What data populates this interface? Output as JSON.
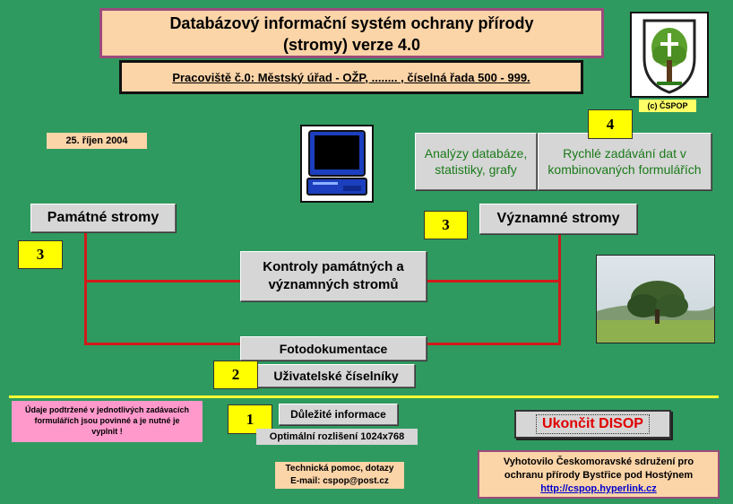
{
  "header": {
    "title_line1": "Databázový informační systém ochrany přírody",
    "title_line2": "(stromy) verze 4.0",
    "workplace": "Pracoviště č.0: Městský úřad - OŽP, ........ , číselná řada 500 - 999."
  },
  "logo": {
    "caption": "(c) ČSPOP",
    "icon": "tree-shield-icon"
  },
  "date": "25. říjen 2004",
  "buttons": {
    "analyses": "Analýzy databáze, statistiky, grafy",
    "quick_entry": "Rychlé zadávání dat v kombinovaných formulářích",
    "memorable_trees": "Památné stromy",
    "significant_trees": "Významné stromy",
    "controls": "Kontroly památných a významných stromů",
    "photo_documentation": "Fotodokumentace",
    "user_codelists": "Uživatelské číselníky",
    "important_info": "Důležité informace",
    "exit": "Ukončit DISOP"
  },
  "badges": {
    "quick_entry": "4",
    "significant": "3",
    "memorable": "3",
    "codelists": "2",
    "info": "1"
  },
  "notes": {
    "required_fields": "Údaje podtržené v jednotlivých zadávacích formulářích jsou povinné a je nutné je vyplnit !",
    "resolution": "Optimální rozlišení 1024x768",
    "support_line1": "Technická pomoc, dotazy",
    "support_line2": "E-mail: cspop@post.cz"
  },
  "footer": {
    "credit_line1": "Vyhotovilo Českomoravské sdružení pro",
    "credit_line2": "ochranu přírody Bystřice pod Hostýnem",
    "link": "http://cspop.hyperlink.cz"
  },
  "colors": {
    "background": "#2f9a5f",
    "connector": "#d21a1a",
    "badge": "#ffff00",
    "exit_text": "#e00000"
  }
}
